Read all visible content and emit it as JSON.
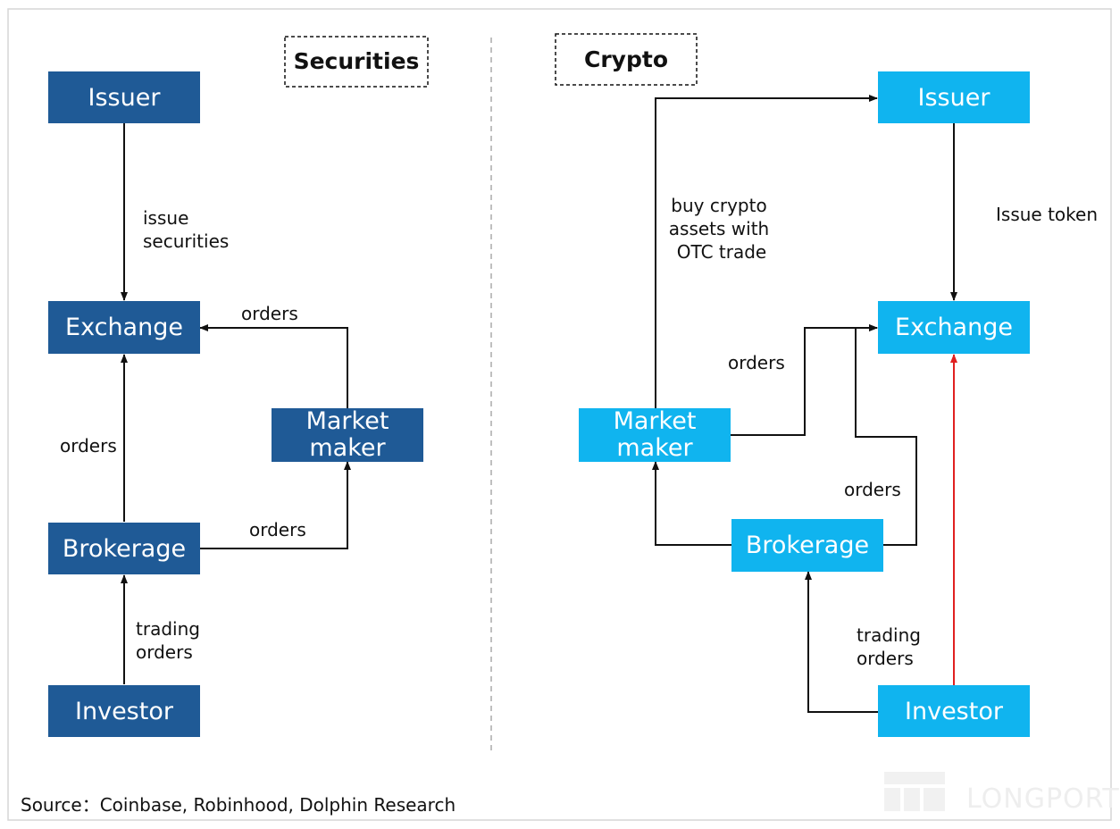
{
  "colors": {
    "securities_box": "#1f5a96",
    "crypto_box": "#10b4ef",
    "edge": "#111111",
    "highlight_edge": "#e02020",
    "watermark": "#eeeeee"
  },
  "securities": {
    "title": "Securities",
    "issuer": "Issuer",
    "exchange": "Exchange",
    "market_maker": [
      "Market",
      "maker"
    ],
    "brokerage": "Brokerage",
    "investor": "Investor",
    "label_issue": [
      "issue",
      "securities"
    ],
    "label_mm_orders": "orders",
    "label_brokerage_orders": "orders",
    "label_broker_to_mm": "orders",
    "label_trading": [
      "trading",
      "orders"
    ]
  },
  "crypto": {
    "title": "Crypto",
    "issuer": "Issuer",
    "exchange": "Exchange",
    "market_maker": [
      "Market",
      "maker"
    ],
    "brokerage": "Brokerage",
    "investor": "Investor",
    "label_otc": [
      "buy crypto",
      "assets with",
      "OTC trade"
    ],
    "label_issue_token": "Issue token",
    "label_mm_orders": "orders",
    "label_broker_orders": "orders",
    "label_trading": [
      "trading",
      "orders"
    ]
  },
  "source": "Source：Coinbase, Robinhood, Dolphin Research",
  "watermark": "LONGPORT"
}
